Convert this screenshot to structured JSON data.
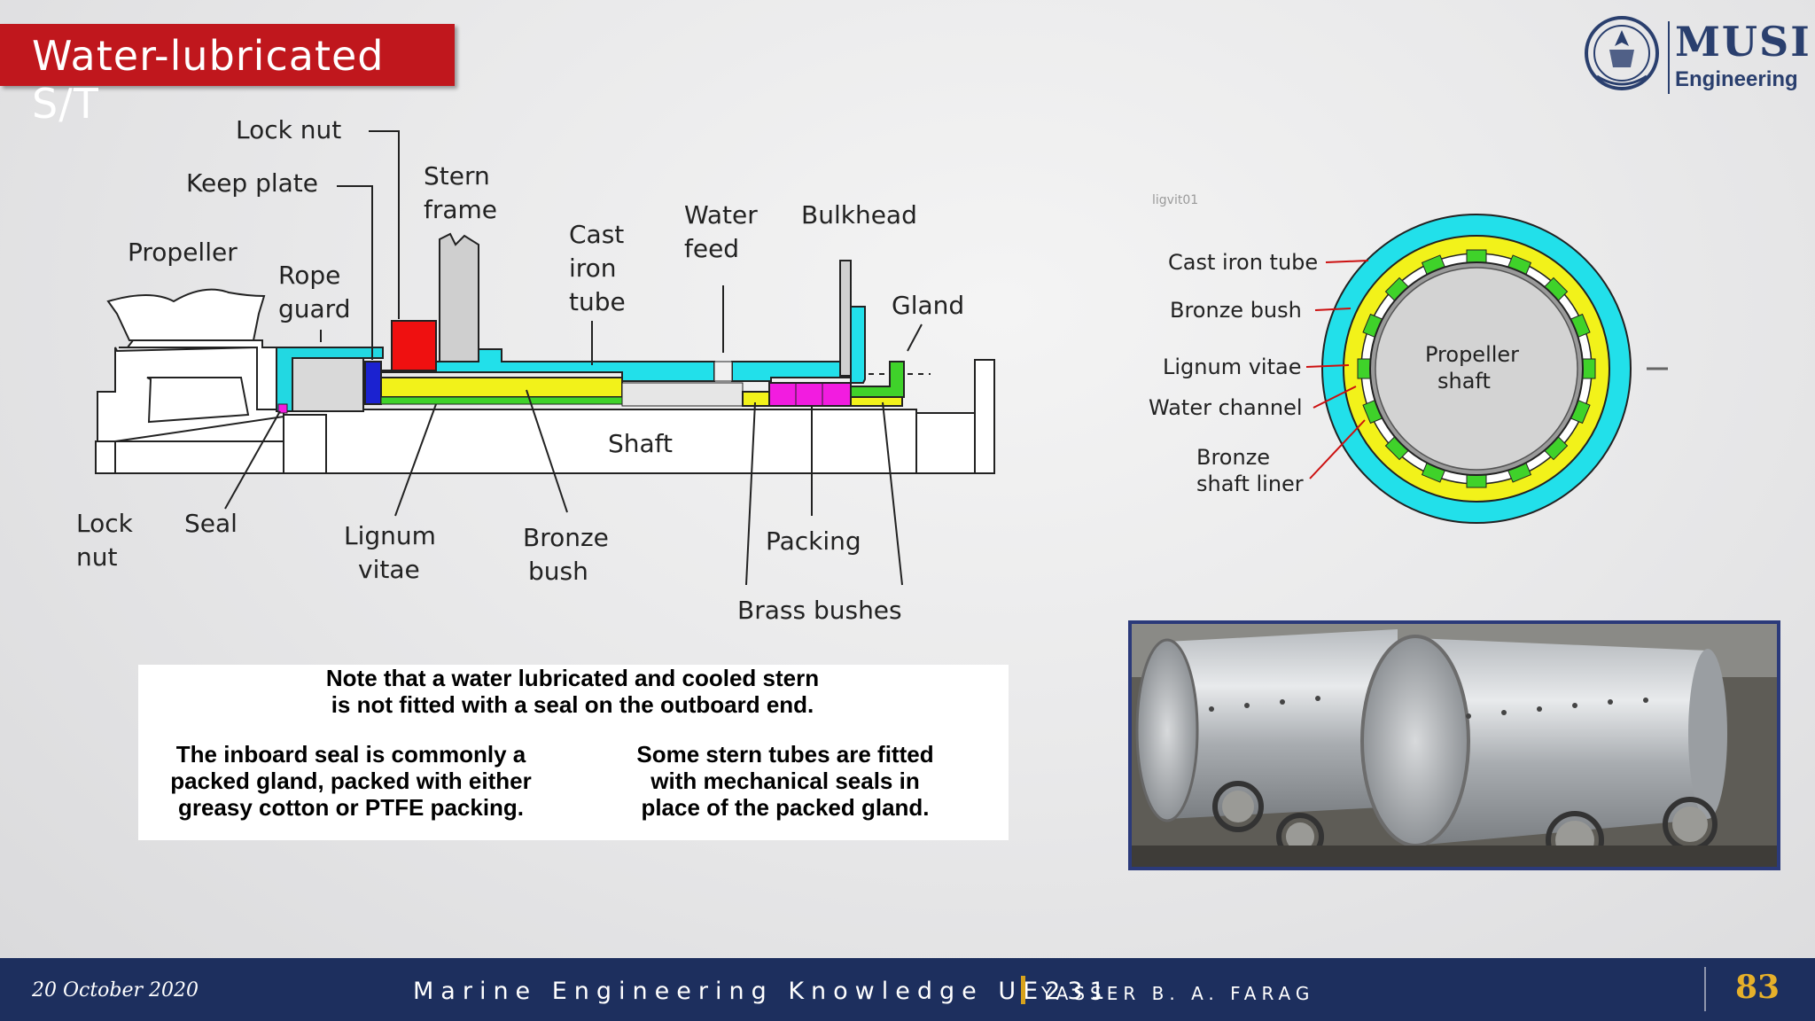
{
  "slide": {
    "title": "Water-lubricated S/T",
    "logo": {
      "name": "MUSI",
      "sub": "Engineering"
    }
  },
  "longitudinal": {
    "labels": {
      "lock_nut_top": "Lock nut",
      "keep_plate": "Keep plate",
      "stern": "Stern",
      "frame": "frame",
      "propeller": "Propeller",
      "rope": "Rope",
      "guard": "guard",
      "cast": "Cast",
      "iron": "iron",
      "tube": "tube",
      "water": "Water",
      "feed": "feed",
      "bulkhead": "Bulkhead",
      "gland": "Gland",
      "shaft": "Shaft",
      "lock": "Lock",
      "nut": "nut",
      "seal": "Seal",
      "lignum": "Lignum",
      "vitae": "vitae",
      "bronze": "Bronze",
      "bush": "bush",
      "packing": "Packing",
      "brass_bushes": "Brass bushes"
    }
  },
  "cross_section": {
    "tag": "ligvit01",
    "labels": {
      "cast_iron_tube": "Cast iron tube",
      "bronze_bush": "Bronze bush",
      "lignum_vitae": "Lignum vitae",
      "water_channel": "Water channel",
      "bronze": "Bronze",
      "shaft_liner": "shaft liner",
      "propeller": "Propeller",
      "shaft": "shaft"
    }
  },
  "notes": {
    "top": "Note that a water lubricated and cooled stern\nis not fitted with a seal on the outboard end.",
    "left": "The inboard seal is commonly a\npacked gland, packed with either\ngreasy cotton or PTFE packing.",
    "right": "Some stern tubes are fitted\nwith mechanical seals in\nplace of the packed gland."
  },
  "footer": {
    "date": "20 October 2020",
    "course": "Marine Engineering Knowledge UE231",
    "author": "YASSER B. A. FARAG",
    "page": "83"
  },
  "colors": {
    "title_red": "#c0171d",
    "footer_navy": "#1d2f5e",
    "cyan": "#22e0ea",
    "yellow": "#f2f21a",
    "green": "#3fd22a",
    "magenta": "#f21ce0",
    "red": "#ef1010",
    "blue": "#1b22d0",
    "page_gold": "#e6b02a"
  }
}
